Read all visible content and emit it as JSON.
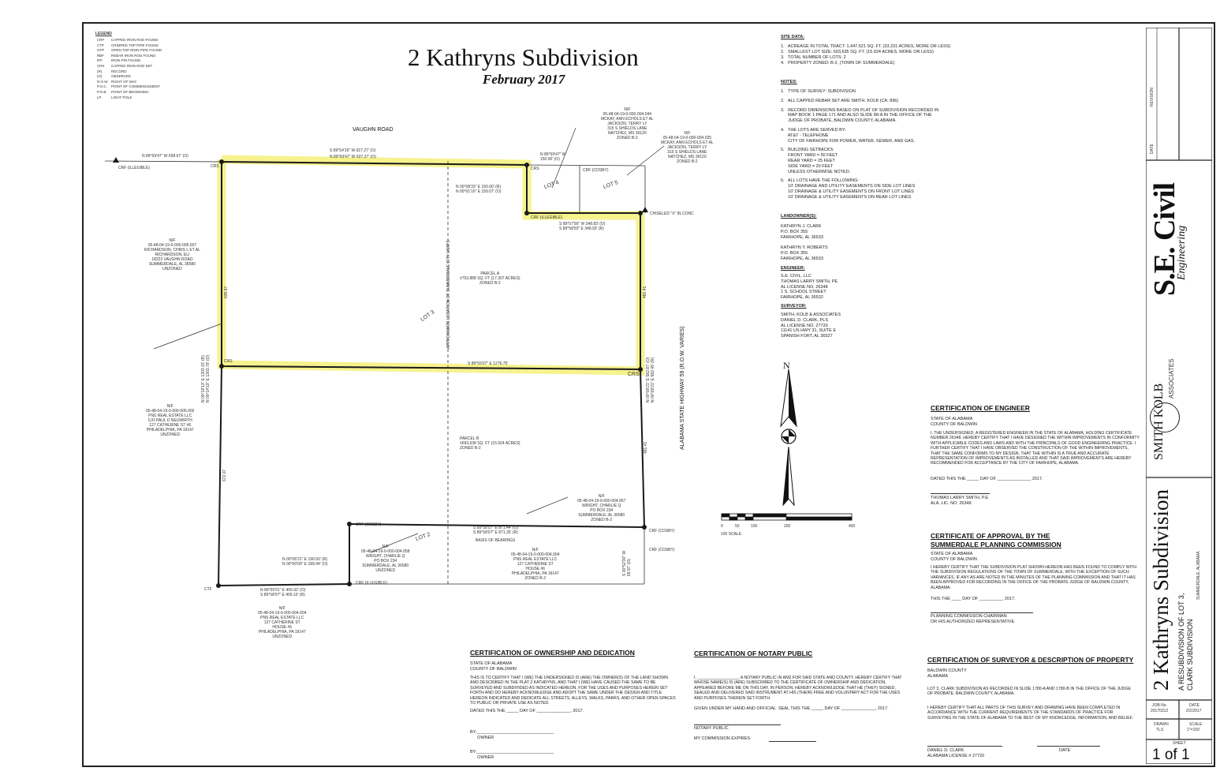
{
  "title": "2 Kathryns Subdivision",
  "subtitle": "February 2017",
  "legend": {
    "heading": "LEGEND",
    "items": [
      "CAPPED IRON ROD FOUND",
      "CRIMPED TOP PIPE FOUND",
      "OPEN TOP IRON PIPE FOUND",
      "REBAR IRON ROD FOUND",
      "IRON PIN FOUND",
      "CAPPED IRON ROD SET",
      "RECORD",
      "OBSERVED",
      "RIGHT OF WAY",
      "POINT OF COMMENCEMENT",
      "POINT OF BEGINNING",
      "LIGHT POLE"
    ],
    "codes": [
      "CRF",
      "CTP",
      "OTP",
      "RBF",
      "IPF",
      "CRS",
      "(R)",
      "(O)",
      "R.O.W.",
      "P.O.C.",
      "P.O.B.",
      "LP"
    ]
  },
  "map": {
    "road": "VAUGHN ROAD",
    "highway": "ALABAMA STATE HIGHWAY 59 (R.O.W. VARIES)",
    "city_limits": "APPROXIMATE LOCATION OF SUMMERDALE CITY LIMITS",
    "lot_labels": [
      "LOT 3",
      "LOT 4",
      "LOT 5",
      "LOT 2"
    ],
    "parcel_a": "PARCEL A\n±753,888 SQ. FT (17.307 ACRES)\nZONED B-2",
    "parcel_b": "PARCEL B\n±693,638 SQ. FT (15.924 ACRES)\nZONED B-2",
    "bearings": {
      "top_left": "N 89°59'47\" W 658.67' (O)",
      "top_r": "S 89°54'16\" W 927.27' (O)",
      "top_o": "N 89°59'47\" W 927.27' (O)",
      "top_right": "N 89°59'47\" W\n150.00' (O)",
      "inner_v": "N 00°08'33\" E 150.00' (R)\nN 00°01'16\" E 150.07' (O)",
      "inner_h": "S 89°57'56\" W 348.83' (O)\nS 89°58'50\" E 348.93' (R)",
      "mid": "S 89°59'07\" E 1276.75'",
      "left_v": "N 00°18'13\" E 1303.15' (R)\nN 00°14'19\" E 1303.78' (O)",
      "right_v": "N 00°08'21\" E 582.87' (O)\nN 00°08'21\" E 582.45' (R)",
      "lot2_top": "S 89°58'07\" E 871.44' (O)\nS 89°58'07\" E 871.35' (R)",
      "basis": "BASIS OF BEARINGS",
      "lot2_left": "N 00°06'21\" E 190.00' (R)\nN 00°00'00\" E 189.94' (O)",
      "bottom": "N 89°55'51\" E 405.92' (O)\nS 89°58'07\" E 405.10' (R)",
      "right_lower": "S 00°52'30\" W\n69.97' (O)",
      "len_635": "635.57",
      "len_481": "481.41",
      "len_672": "672.07",
      "len_481b": "481.41"
    },
    "markers": {
      "crs": "CRS",
      "crf_illegible": "CRF (ILLEGIBLE)",
      "crf_cosby": "CRF (COSBY)",
      "chiseled": "CHISELED \"X\" IN CONC",
      "ctf": "CTF"
    },
    "neighbors": {
      "mckay1": "N/F\n05-48-04-19-0-000-004.044\nMCKAY, ANN ECHOLS ET AL\nJACKSON, TERRY LY\n315 S SHIELDS LANE\nNATCHEZ, MS 39120\nZONED B-2",
      "mckay2": "N/F\n05-48-04-19-0-000-004.025\nMCKAY, ANN ECHOLS ET AL\nJACKSON, TERRY LY\n315 S SHIELDS LANE\nNATCHEZ, MS 39120\nZONED B-2",
      "richardson": "N/F\n05-48-04-19-0-000-005.007\nRICHARDSON, CHRIS L ET AL\nRICHARDSON, ELI\n18222 VAUGHN ROAD\nSUMMERDALE, AL 36580\nUNZONED",
      "pns1": "N/F\n05-48-04-19-0-000-005.002\nPNS REAL ESTATE LLC\nC/O PAUL D NEUWIRTH\n127 CATHERINE ST #6\nPHILADELPHIA, PA 19147\nUNZONED",
      "wright1": "N/F\n05-48-04-19-0-000-004.057\nWRIGHT, CHARLIE Q\nPO BOX 234\nSUMMERDALE, AL 36580\nZONED B-2",
      "wright2": "N/F\n05-48-04-19-0-000-004.058\nWRIGHT, CHARLIE Q\nPO BOX 234\nSUMMERDALE, AL 36580\nUNZONED",
      "pns2": "N/F\n05-48-04-19-0-000-004.004\nPNS REAL ESTATE LLC\n127 CATHERINE ST\nHOUSE #6\nPHILADELPHIA, PA 19147\nZONED B-2",
      "pns3": "N/F\n05-48-04-19-0-000-004.004\nPNS REAL ESTATE LLC\n127 CATHERINE ST\nHOUSE #6\nPHILADELPHIA, PA 19147\nUNZONED"
    },
    "scale_labels": [
      "0",
      "50",
      "100",
      "200",
      "400"
    ],
    "scale_caption": "100 SCALE",
    "north": "N"
  },
  "site_data": {
    "heading": "SITE DATA:",
    "items": [
      "1.   ACREAGE IN TOTAL TRACT: 1,447,521 SQ. FT. (33.231 ACRES, MORE OR LESS)",
      "2.   SMALLEST LOT SIZE: 693,635 SQ. FT. (15.924 ACRES, MORE OR LESS)",
      "3.   TOTAL NUMBER OF LOTS: 2",
      "4.   PROPERTY ZONED: B-2, (TOWN OF SUMMERDALE)"
    ]
  },
  "notes": {
    "heading": "NOTES:",
    "items": [
      "1.   TYPE OF SURVEY: SUBDIVISION",
      "2.   ALL CAPPED REBAR SET ARE SMITH, KOLB (CA: 896)",
      "3.   RECORD DIMENSIONS BASED ON PLAT OF SUBDIVISION RECORDED IN\n      MAP BOOK 1 PAGE 171 AND ALSO SLIDE 88-A IN THE OFFICE OF THE\n      JUDGE OF PROBATE, BALDWIN COUNTY, ALABAMA.",
      "4.   THE LOTS ARE SERVED BY:\n      AT&T - TELEPHONE\n      CITY OF FAIRHOPE FOR POWER, WATER, SEWER, AND GAS.",
      "5.   BUILDING SETBACKS:\n      FRONT YARD = 50 FEET\n      REAR YARD = 25 FEET\n      SIDE YARD = 20 FEET\n      UNLESS OTHERWISE NOTED.",
      "6.   ALL LOTS HAVE THE FOLLOWING:\n      10' DRAINAGE AND UTILITY EASEMENTS ON SIDE LOT LINES\n      10' DRAINAGE & UTILITY EASEMENTS ON FRONT LOT LINES\n      10' DRAINAGE & UTILITY EASEMENTS ON REAR LOT LINES"
    ]
  },
  "landowners": {
    "heading": "LANDOWNER(S):",
    "text": "KATHRYN J. CLARK\nP.O. BOX 355\nFAIRHOPE, AL 36533\n\nKATHRYN Y. ROBERTS\nP.O. BOX 355\nFAIRHOPE, AL 36533"
  },
  "engineer": {
    "heading": "ENGINEER:",
    "text": "S.E. CIVIL, LLC\nTHOMAS LARRY SMITH, PE\nAL LICENSE NO. 26348\n1 S. SCHOOL STREET\nFAIRHOPE, AL 36532"
  },
  "surveyor": {
    "heading": "SURVEYOR:",
    "text": "SMITH, KOLB & ASSOCIATES\nDANIEL D. CLARK, PLS\nAL LICENSE NO. 27720\n11141 US HWY 31, SUITE E\nSPANISH FORT, AL 36527"
  },
  "cert_engineer": {
    "heading": "CERTIFICATION OF ENGINEER",
    "state": "STATE OF ALABAMA\nCOUNTY OF BALDWIN",
    "body": "I, THE UNDERSIGNED, A REGISTERED ENGINEER IN THE STATE OF ALABAMA, HOLDING CERTIFICATE NUMBER 26348, HEREBY CERTIFY THAT I HAVE DESIGNED THE WITHIN IMPROVEMENTS IN CONFORMITY WITH APPLICABLE CODES AND LAWS AND WITH THE PRINCIPALS OF GOOD ENGINEERING PRACTICE. I FURTHER CERTIFY THAT I HAVE OBSERVED THE CONSTRUCTION OF THE WITHIN IMPROVEMENTS, THAT THE SAME CONFORMS TO MY DESIGN, THAT THE WITHIN IS A TRUE AND ACCURATE REPRESENTATION OF IMPROVEMENTS AS INSTALLED AND THAT SAID IMPROVEMENTS ARE HEREBY RECOMMENDED FOR ACCEPTANCE BY THE CITY OF FAIRHOPE, ALABAMA.",
    "dated": "DATED THIS THE _____ DAY OF ______________ 2017.",
    "sig": "THOMAS LARRY SMITH, P.E.\nALA. LIC. NO. 26348"
  },
  "cert_planning": {
    "heading": "CERTIFICATE OF APPROVAL BY THE\nSUMMERDALE PLANNING COMMISSION",
    "state": "STATE OF ALABAMA\nCOUNTY OF BALDWIN",
    "body": "I HEREBY CERTIFY THAT THE SUBDIVISION PLAT SHOWN HEREON HAS BEEN FOUND TO COMPLY WITH THE SUBDIVISION REGULATIONS OF THE TOWN OF SUMMERDALE, WITH THE EXCEPTION OF SUCH VARIANCES, IF ANY AS ARE NOTED IN THE MINUTES OF THE PLANNING COMMISSION AND THAT IT HAS BEEN APPROVED FOR RECORDING IN THE OFFICE OF THE PROBATE JUDGE OF BALDWIN COUNTY, ALABAMA.",
    "dated": "THIS THE ____ DAY OF __________ 2017.",
    "sig": "PLANNING COMMISSION CHAIRMAN\nOR HIS AUTHORIZED REPRESENTATIVE"
  },
  "cert_ownership": {
    "heading": "CERTIFICATION OF OWNERSHIP AND DEDICATION",
    "state": "STATE OF ALABAMA\nCOUNTY OF BALDWIN",
    "body": "THIS IS TO CERTIFY THAT I (WE) THE UNDERSIGNED IS (ARE) THE OWNER(S) OF THE LAND SHOWN AND DESCRIBED IN THE PLAT 2 KATHRYNS, AND THAT I (WE) HAVE CAUSED THE SAME TO BE SURVEYED AND SUBDIVIDED AS INDICATED HEREON, FOR THE USES AND PURPOSES HEREIN SET FORTH AND DO HEREBY ACKNOWLEDGE AND ADOPT THE SAME UNDER THE DESIGN AND TITLE HEREON INDICATED AND DEDICATE ALL STREETS, ALLEYS, WALKS, PARKS, AND OTHER OPEN SPACES TO PUBLIC OR PRIVATE USE AS NOTED.",
    "dated": "DATED THIS THE _____ DAY OF ______________, 2017.",
    "by1": "BY:________________________________\n      OWNER",
    "by2": "BY:________________________________\n      OWNER"
  },
  "cert_notary": {
    "heading": "CERTIFICATION OF NOTARY PUBLIC",
    "body": "I, __________________, A NOTARY PUBLIC IN AND FOR SAID STATE AND COUNTY, HEREBY CERTIFY THAT WHOSE NAME(S) IS (ARE) SUBSCRIBED TO THE CERTIFICATE OF OWNERSHIP AND DEDICATION, APPEARED BEFORE ME ON THIS DAY, IN PERSON, HEREBY ACKNOWLEDGE THAT HE (THEY) SIGNED, SEALED AND DELIVERED SAID INSTRUMENT AT HIS (THEIR) FREE AND VOLUNTARY ACT FOR THE USES AND PURPOSES THEREIN SET FORTH.",
    "given": "GIVEN UNDER MY HAND AND OFFICIAL  SEAL THIS THE _____ DAY OF ______________, 2017.",
    "notary": "NOTARY PUBLIC",
    "expires": "MY COMMISSION EXPIRES:"
  },
  "cert_surveyor": {
    "heading": "CERTIFICATION OF SURVEYOR & DESCRIPTION OF PROPERTY",
    "state": "BALDWIN COUNTY\nALABAMA",
    "lot": "LOT 3, CLARK SUBDIVISION AS RECORDED IN SLIDE 1780-A AND 1780-B IN THE OFFICE OF THE JUDGE OF PROBATE, BALDWIN COUNTY, ALABAMA.",
    "body": "I HEREBY CERTIFY THAT ALL PARTS OF THIS SURVEY AND DRAWING HAVE BEEN COMPLETED IN ACCORDANCE WITH THE CURRENT REQUIREMENTS OF THE STANDARDS OF PRACTICE FOR SURVEYING IN THE STATE OF ALABAMA TO THE BEST OF MY KNOWLEDGE, INFORMATION, AND BELIEF.",
    "sig": "DANIEL D. CLARK\nALABAMA LICENSE # 27720",
    "date": "DATE"
  },
  "title_block": {
    "revision": "REVISION",
    "date_head": "DATE",
    "firm": "S.E. Civil",
    "firm_sub": "Engineering",
    "smith_kolb": "SMITH KOLB",
    "associates": "ASSOCIATES",
    "project": "2 Kathryns Subdivision",
    "desc": "A RESUBDIVISION OF LOT 3,\nCLARK SUBDIVISION",
    "location": "SUMMERDALE, ALABAMA",
    "job_no_label": "JOB No.",
    "job_no": "20170312",
    "date_label": "DATE",
    "date": "2/2/2017",
    "drawn_label": "DRAWN",
    "drawn": "TLS",
    "scale_label": "SCALE",
    "scale": "1\"=150'",
    "sheet_label": "SHEET",
    "sheet": "1 of 1"
  },
  "colors": {
    "highlight": "#f5f07a",
    "line": "#1a1a1a"
  }
}
